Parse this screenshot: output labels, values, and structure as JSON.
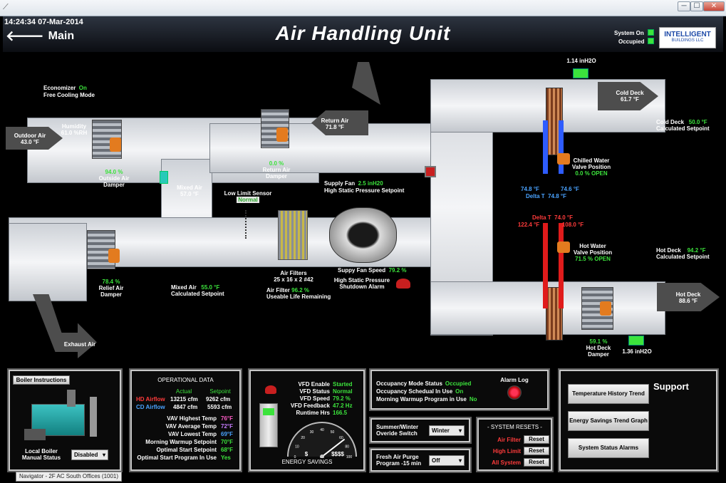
{
  "window": {
    "min": "─",
    "max": "☐",
    "close": "✕"
  },
  "header": {
    "datetime": "14:24:34  07-Mar-2014",
    "main_label": "Main",
    "title": "Air Handling Unit",
    "system_on": "System On",
    "occupied": "Occupied",
    "logo_line1": "INTELLIGENT",
    "logo_line2": "BUILDINGS LLC"
  },
  "diagram": {
    "economizer_label": "Economizer",
    "economizer_value": "On",
    "free_cooling": "Free Cooling Mode",
    "outdoor_air_label": "Outdoor Air",
    "outdoor_air_temp": "43.0 °F",
    "humidity_label": "Humidity",
    "humidity_value": "61.0 %RH",
    "oa_damper_value": "94.0 %",
    "oa_damper_label1": "Outside Air",
    "oa_damper_label2": "Damper",
    "mixed_air_label": "Mixed Air",
    "mixed_air_temp": "57.0 °F",
    "return_air_label": "Return Air",
    "return_air_temp": "71.8 °F",
    "ra_damper_value": "0.0 %",
    "ra_damper_label1": "Return Air",
    "ra_damper_label2": "Damper",
    "low_limit_label": "Low Limit Sensor",
    "low_limit_value": "Normal",
    "supply_fan_label": "Supply Fan",
    "supply_fan_value": "2.5 inH20",
    "supply_fan_sp": "High Static Pressure Setpoint",
    "relief_value": "78.4 %",
    "relief_label1": "Relief Air",
    "relief_label2": "Damper",
    "mixed_sp_label1": "Mixed Air",
    "mixed_sp_value": "55.0 °F",
    "mixed_sp_label2": "Calculated Setpoint",
    "filters_label1": "Air Filters",
    "filters_label2": "25 x 16 x 2 #42",
    "filter_life_label": "Air Filter",
    "filter_life_value": "96.2 %",
    "filter_life_label2": "Useable Life Remaining",
    "fan_speed_label": "Suppy Fan Speed",
    "fan_speed_value": "79.2 %",
    "hsp_alarm1": "High Static Pressure",
    "hsp_alarm2": "Shutdown Alarm",
    "exhaust_label": "Exhaust Air",
    "cold_deck_press": "1.14 inH2O",
    "cold_deck_label": "Cold Deck",
    "cold_deck_temp": "61.7 °F",
    "cold_sp_label": "Cold Deck",
    "cold_sp_value": "50.0 °F",
    "cold_sp_label2": "Calculated Setpoint",
    "chw_label1": "Chilled Water",
    "chw_label2": "Valve Position",
    "chw_value": "0.0 % OPEN",
    "chw_temp1": "74.8 °F",
    "chw_temp2": "74.6 °F",
    "chw_delta_label": "Delta T",
    "chw_delta": "74.8 °F",
    "hw_delta_label": "Delta T",
    "hw_delta": "74.0 °F",
    "hw_temp1": "122.4 °F",
    "hw_temp2": "108.0 °F",
    "hw_label1": "Hot Water",
    "hw_label2": "Valve Position",
    "hw_value": "71.5 % OPEN",
    "hot_sp_label": "Hot Deck",
    "hot_sp_value": "94.2 °F",
    "hot_sp_label2": "Calculated Setpoint",
    "hot_deck_label": "Hot Deck",
    "hot_deck_temp": "88.6 °F",
    "hot_damper_value": "59.1 %",
    "hot_damper_label1": "Hot Deck",
    "hot_damper_label2": "Damper",
    "hot_deck_press": "1.36 inH2O"
  },
  "boiler": {
    "instructions": "Boiler Instructions",
    "manual_label1": "Local Boiler",
    "manual_label2": "Manual Status",
    "manual_value": "Disabled"
  },
  "operational": {
    "title": "OPERATIONAL DATA",
    "col_actual": "Actual",
    "col_setpoint": "Setpoint",
    "hd_label": "HD Airflow",
    "hd_actual": "13215 cfm",
    "hd_sp": "9262 cfm",
    "cd_label": "CD Airflow",
    "cd_actual": "4847 cfm",
    "cd_sp": "5593 cfm",
    "rows": [
      {
        "label": "VAV Highest Temp",
        "value": "76°F",
        "color": "#ff5cc8"
      },
      {
        "label": "VAV Average Temp",
        "value": "72°F",
        "color": "#c77dff"
      },
      {
        "label": "VAV Lowest Temp",
        "value": "69°F",
        "color": "#4aa3ff"
      },
      {
        "label": "Morning Warmup Setpoint",
        "value": "70°F",
        "color": "#3ce33c"
      },
      {
        "label": "Optimal Start Setpoint",
        "value": "68°F",
        "color": "#3ce33c"
      },
      {
        "label": "Optimal Start Program In Use",
        "value": "Yes",
        "color": "#3ce33c"
      }
    ]
  },
  "vfd": {
    "rows": [
      {
        "label": "VFD Enable",
        "value": "Started"
      },
      {
        "label": "VFD Status",
        "value": "Normal"
      },
      {
        "label": "VFD Speed",
        "value": "79.2 %"
      },
      {
        "label": "VFD Feedback",
        "value": "47.2 Hz"
      },
      {
        "label": "Runtime Hrs",
        "value": "166.5"
      }
    ],
    "gauge_ticks": [
      "0",
      "10",
      "20",
      "30",
      "40",
      "50",
      "60",
      "80",
      "100"
    ],
    "gauge_level": 0.79,
    "gauge_left": "$",
    "gauge_right": "$$$$",
    "energy_label": "ENERGY SAVINGS"
  },
  "occupancy": {
    "rows": [
      {
        "label": "Occupancy Mode Status",
        "value": "Occupied"
      },
      {
        "label": "Occupancy Schedual In Use",
        "value": "On"
      },
      {
        "label": "Morning Warmup Program in Use",
        "value": "No"
      }
    ],
    "alarm_log": "Alarm Log"
  },
  "summer_winter": {
    "label1": "Summer/Winter",
    "label2": "Overide Switch",
    "value": "Winter"
  },
  "fresh_air": {
    "label1": "Fresh Air Purge",
    "label2": "Program -15 min",
    "value": "Off"
  },
  "resets": {
    "title": "- SYSTEM RESETS -",
    "rows": [
      {
        "label": "Air Filter",
        "button": "Reset"
      },
      {
        "label": "High Limit",
        "button": "Reset"
      },
      {
        "label": "All System",
        "button": "Reset"
      }
    ]
  },
  "support": {
    "title": "Support",
    "buttons": [
      "Temperature History Trend",
      "Energy Savings Trend Graph",
      "System Status Alarms"
    ]
  },
  "tooltip": "Navigator - 2F AC South Offices (1001)",
  "colors": {
    "accent_green": "#3ce33c",
    "alarm_red": "#ff3b3b",
    "chw_blue": "#2e5cff",
    "hw_red": "#e01b1b",
    "damper_orange": "#e37b1f"
  }
}
